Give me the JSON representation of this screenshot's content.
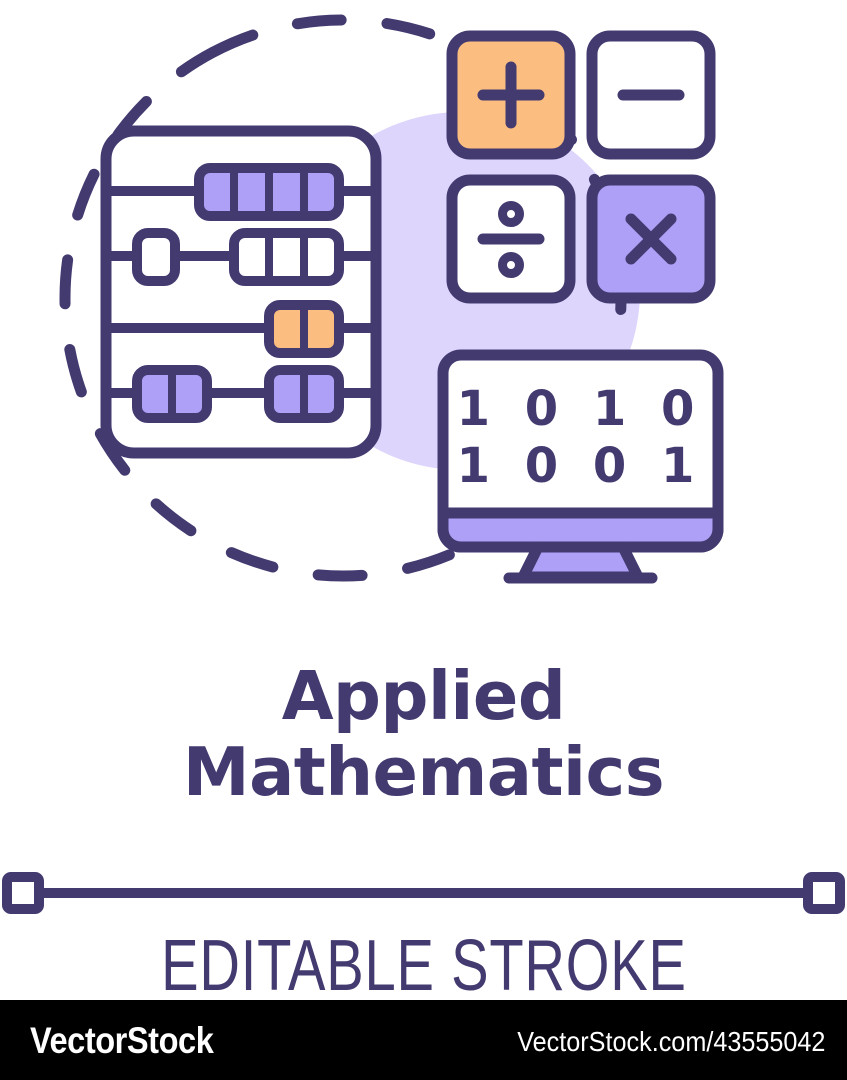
{
  "concept": {
    "title_line1": "Applied",
    "title_line2": "Mathematics"
  },
  "stroke_note": {
    "caption": "EDITABLE STROKE"
  },
  "watermark": {
    "logo": "VectorStock",
    "url": "VectorStock.com/43555042"
  },
  "colors": {
    "stroke": "#433a70",
    "purple_fill": "#aea0f7",
    "orange_fill": "#fbbd80",
    "lavender_blob": "#ddd5fc",
    "white": "#ffffff",
    "black": "#000000"
  },
  "illustration": {
    "operators": [
      {
        "name": "plus",
        "glyph": "+",
        "fill": "#fbbd80"
      },
      {
        "name": "minus",
        "glyph": "−",
        "fill": "#ffffff"
      },
      {
        "name": "divide",
        "glyph": "÷",
        "fill": "#ffffff"
      },
      {
        "name": "multiply",
        "glyph": "×",
        "fill": "#aea0f7"
      }
    ],
    "monitor": {
      "binary_row1": "1 0 1 0",
      "binary_row2": "1 0 0 1"
    },
    "abacus": {
      "rows": [
        {
          "index": 1,
          "left_beads": 0,
          "right_beads": 4,
          "color": "#aea0f7"
        },
        {
          "index": 2,
          "left_beads": 1,
          "right_beads": 3,
          "color": "#ffffff"
        },
        {
          "index": 3,
          "left_beads": 0,
          "right_beads": 2,
          "color": "#fbbd80"
        },
        {
          "index": 4,
          "left_beads": 2,
          "right_beads": 2,
          "color": "#aea0f7"
        }
      ]
    }
  }
}
